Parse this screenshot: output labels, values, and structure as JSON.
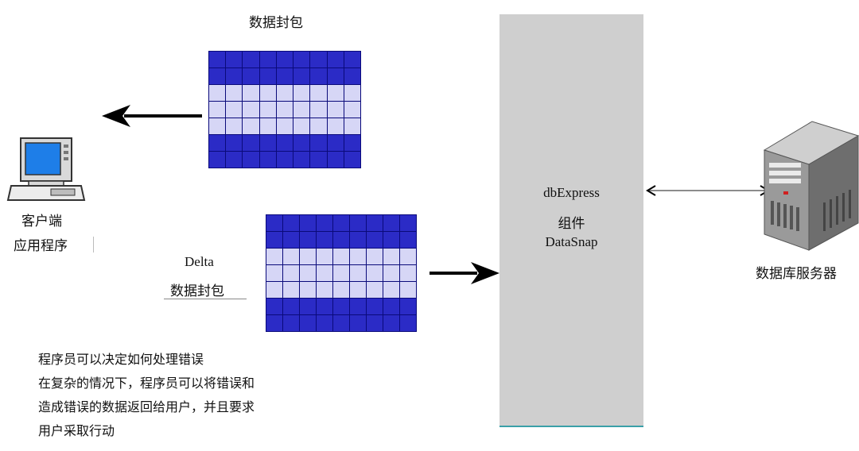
{
  "labels": {
    "top_packet": "数据封包",
    "client_line1": "客户端",
    "client_line2": "应用程序",
    "delta": "Delta",
    "delta_packet": "数据封包",
    "component_line1": "dbExpress",
    "component_line2": "组件",
    "component_line3": "DataSnap",
    "server": "数据库服务器"
  },
  "notes": [
    "程序员可以决定如何处理错误",
    "在复杂的情况下，程序员可以将错误和",
    "造成错误的数据返回给用户，并且要求",
    "用户采取行动"
  ],
  "packets": {
    "top": {
      "columns": 9,
      "row_shades": [
        "dark",
        "dark",
        "light",
        "light",
        "light",
        "dark",
        "dark"
      ]
    },
    "delta": {
      "columns": 9,
      "row_shades": [
        "dark",
        "dark",
        "light",
        "light",
        "light",
        "dark",
        "dark"
      ]
    }
  },
  "colors": {
    "packet_dark": "#2b2bc6",
    "packet_light": "#d6d6f6",
    "panel": "#cfcfcf",
    "arrow": "#000000"
  }
}
